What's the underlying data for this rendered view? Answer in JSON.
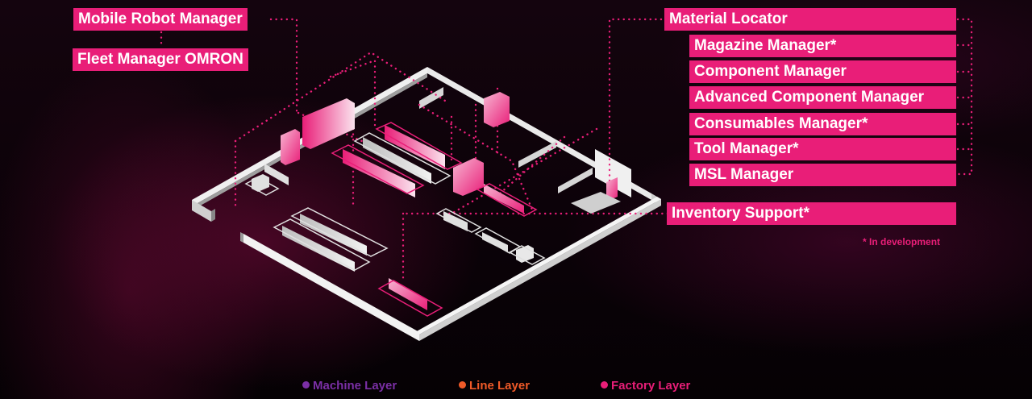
{
  "left_labels": {
    "mobile_robot_manager": "Mobile Robot Manager",
    "fleet_manager": "Fleet Manager OMRON"
  },
  "right_labels": {
    "material_locator": "Material Locator",
    "sub_items": [
      "Magazine Manager*",
      "Component Manager",
      "Advanced Component Manager",
      "Consumables Manager*",
      "Tool Manager*",
      "MSL Manager"
    ],
    "inventory_support": "Inventory Support*"
  },
  "footnote": "* In development",
  "legend": [
    {
      "label": "Machine Layer",
      "color": "#7b2fa6"
    },
    {
      "label": "Line Layer",
      "color": "#f05a28"
    },
    {
      "label": "Factory Layer",
      "color": "#e91e78"
    }
  ],
  "colors": {
    "accent": "#e91e78",
    "wall": "#e6e6e6",
    "background": "#0a0207"
  }
}
